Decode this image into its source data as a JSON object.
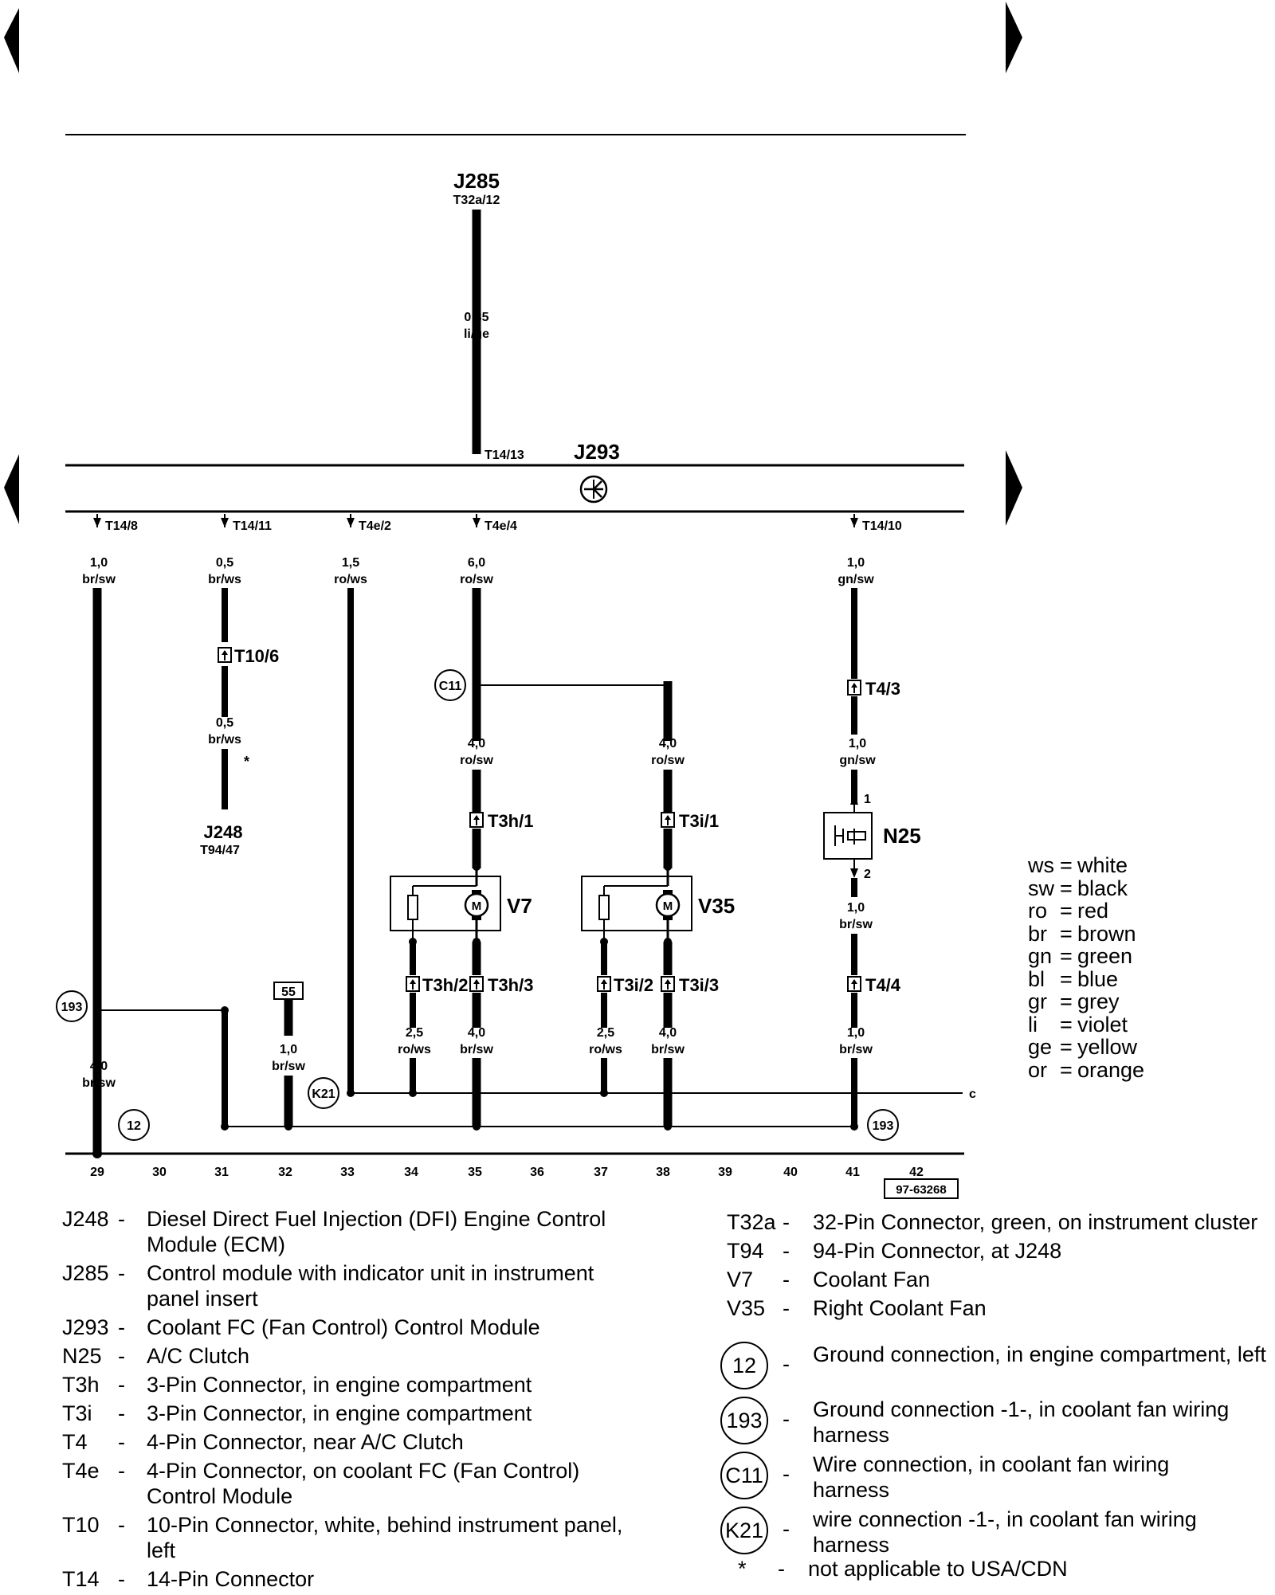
{
  "colors": {
    "ink": "#000000",
    "background": "#ffffff"
  },
  "top": {
    "source_component": "J285",
    "source_pin": "T32a/12",
    "wire_size": "0,35",
    "wire_color": "li/ge"
  },
  "module": {
    "name": "J293",
    "input_pin": "T14/13",
    "symbol_icon": "fan-control-symbol-icon"
  },
  "wires": {
    "w29": {
      "pin": "T14/8",
      "size": "1,0",
      "color": "br/sw"
    },
    "w31": {
      "pin": "T14/11",
      "size": "0,5",
      "color": "br/ws"
    },
    "w33": {
      "pin": "T4e/2",
      "size": "1,5",
      "color": "ro/ws"
    },
    "w35": {
      "pin": "T4e/4",
      "size": "6,0",
      "color": "ro/sw"
    },
    "w41": {
      "pin": "T14/10",
      "size": "1,0",
      "color": "gn/sw"
    }
  },
  "branch31": {
    "connector": "T10/6",
    "size": "0,5",
    "color": "br/ws",
    "asterisk": "*",
    "dest_component": "J248",
    "dest_pin": "T94/47"
  },
  "c11": {
    "label": "C11"
  },
  "fan_v7": {
    "name": "V7",
    "motor": "M",
    "supply_size": "4,0",
    "supply_color": "ro/sw",
    "supply_conn": "T3h/1",
    "res_conn": "T3h/2",
    "gnd_conn": "T3h/3",
    "res_size": "2,5",
    "res_color": "ro/ws",
    "gnd_size": "4,0",
    "gnd_color": "br/sw"
  },
  "fan_v35": {
    "name": "V35",
    "motor": "M",
    "supply_size": "4,0",
    "supply_color": "ro/sw",
    "supply_conn": "T3i/1",
    "res_conn": "T3i/2",
    "gnd_conn": "T3i/3",
    "res_size": "2,5",
    "res_color": "ro/ws",
    "gnd_size": "4,0",
    "gnd_color": "br/sw"
  },
  "clutch": {
    "name": "N25",
    "conn_top": "T4/3",
    "mid_size": "1,0",
    "mid_color": "gn/sw",
    "pin1": "1",
    "pin2": "2",
    "low_size": "1,0",
    "low_color": "br/sw",
    "conn_bottom": "T4/4",
    "bot_size": "1,0",
    "bot_color": "br/sw"
  },
  "ground": {
    "g193_left": "193",
    "g12": "12",
    "g193_right": "193",
    "k21": "K21",
    "ref55": "55",
    "w29_size": "4,0",
    "w29_color": "br/sw",
    "w32_size": "1,0",
    "w32_color": "br/sw",
    "end_marker": "c"
  },
  "column_numbers": [
    "29",
    "30",
    "31",
    "32",
    "33",
    "34",
    "35",
    "36",
    "37",
    "38",
    "39",
    "40",
    "41",
    "42"
  ],
  "figure_id": "97-63268",
  "color_legend": [
    {
      "code": "ws",
      "name": "white"
    },
    {
      "code": "sw",
      "name": "black"
    },
    {
      "code": "ro",
      "name": "red"
    },
    {
      "code": "br",
      "name": "brown"
    },
    {
      "code": "gn",
      "name": "green"
    },
    {
      "code": "bl",
      "name": "blue"
    },
    {
      "code": "gr",
      "name": "grey"
    },
    {
      "code": "li",
      "name": "violet"
    },
    {
      "code": "ge",
      "name": "yellow"
    },
    {
      "code": "or",
      "name": "orange"
    }
  ],
  "components_left": [
    {
      "code": "J248",
      "desc": "Diesel Direct Fuel Injection (DFI) Engine Control Module (ECM)"
    },
    {
      "code": "J285",
      "desc": "Control module with indicator unit in instrument panel insert"
    },
    {
      "code": "J293",
      "desc": "Coolant FC (Fan Control) Control Module"
    },
    {
      "code": "N25",
      "desc": "A/C Clutch"
    },
    {
      "code": "T3h",
      "desc": "3-Pin Connector, in engine compartment"
    },
    {
      "code": "T3i",
      "desc": "3-Pin Connector, in engine compartment"
    },
    {
      "code": "T4",
      "desc": "4-Pin Connector, near A/C Clutch"
    },
    {
      "code": "T4e",
      "desc": "4-Pin Connector, on coolant FC (Fan Control) Control Module"
    },
    {
      "code": "T10",
      "desc": "10-Pin Connector, white, behind instrument panel, left"
    },
    {
      "code": "T14",
      "desc": "14-Pin Connector"
    }
  ],
  "components_right": [
    {
      "code": "T32a",
      "desc": "32-Pin Connector, green, on instrument cluster"
    },
    {
      "code": "T94",
      "desc": "94-Pin Connector, at J248"
    },
    {
      "code": "V7",
      "desc": "Coolant Fan"
    },
    {
      "code": "V35",
      "desc": "Right Coolant Fan"
    }
  ],
  "ground_legend": [
    {
      "code": "12",
      "desc": "Ground connection, in engine compartment, left"
    },
    {
      "code": "193",
      "desc": "Ground connection -1-, in coolant fan wiring harness"
    },
    {
      "code": "C11",
      "desc": "Wire connection, in coolant fan wiring harness"
    },
    {
      "code": "K21",
      "desc": "wire connection -1-, in coolant fan wiring harness"
    }
  ],
  "footnote": {
    "mark": "*",
    "desc": "not applicable to USA/CDN"
  }
}
